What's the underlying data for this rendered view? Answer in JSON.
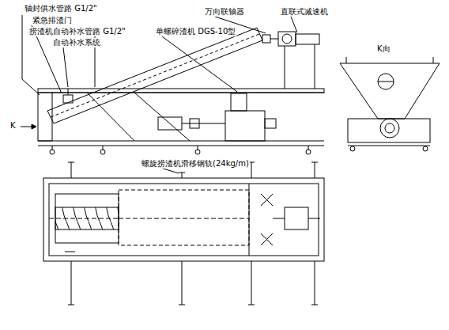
{
  "diagram": {
    "labels": [
      "轴封供水管路 G1/2\"",
      "紧急排渣门",
      "捞渣机自动补水管路 G1/2\"",
      "自动补水系统",
      "单螺碎渣机 DGS-10型",
      "万向联轴器",
      "直联式减速机",
      "K向",
      "K",
      "螺旋捞渣机滑移钢轨(24kg/m)"
    ]
  }
}
